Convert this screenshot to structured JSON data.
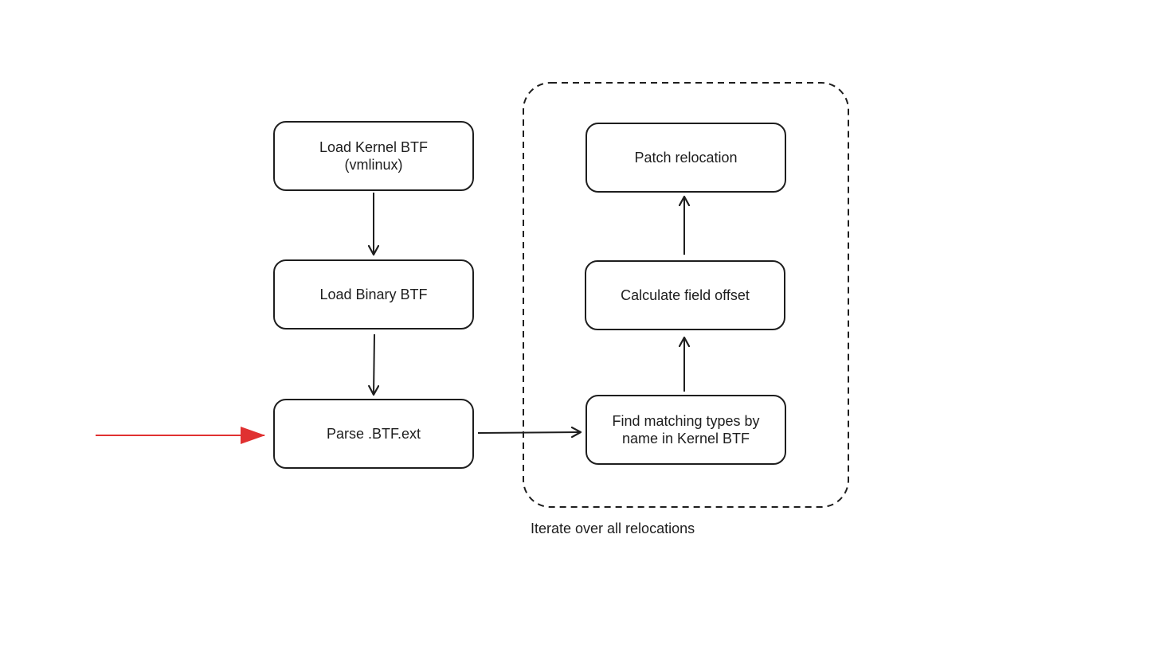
{
  "nodes": {
    "load_kernel_btf": {
      "line1": "Load Kernel BTF",
      "line2": "(vmlinux)"
    },
    "load_binary_btf": {
      "label": "Load Binary BTF"
    },
    "parse_btf_ext": {
      "label": "Parse .BTF.ext"
    },
    "find_matching_types": {
      "line1": "Find matching types by",
      "line2": "name in Kernel BTF"
    },
    "calculate_field_offset": {
      "label": "Calculate field offset"
    },
    "patch_relocation": {
      "label": "Patch relocation"
    }
  },
  "group": {
    "label": "Iterate over all relocations"
  },
  "colors": {
    "stroke": "#1e1e1e",
    "entry_arrow": "#e03131",
    "background": "#ffffff"
  }
}
